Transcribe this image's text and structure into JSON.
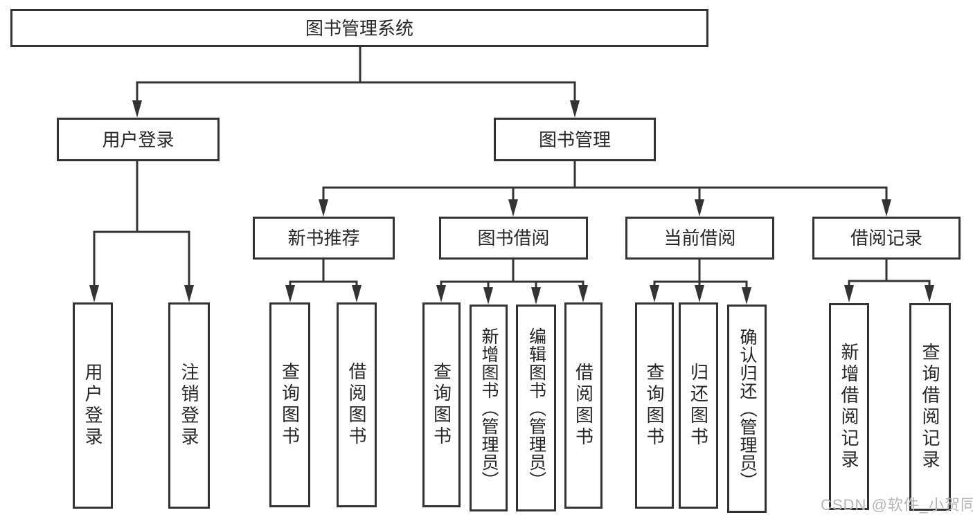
{
  "title": "图书管理系统",
  "watermark": "CSDN @软件_小贺同学",
  "colors": {
    "line": "#333333",
    "text": "#262626",
    "background": "#ffffff",
    "watermark": "#b4b4b4"
  },
  "nodes": {
    "root": "图书管理系统",
    "user_login": "用户登录",
    "book_mgmt": "图书管理",
    "new_book_rec": "新书推荐",
    "book_borrow": "图书借阅",
    "current_borrow": "当前借阅",
    "borrow_record": "借阅记录",
    "leaf_user_login": "用户登录",
    "leaf_logout": "注销登录",
    "leaf_nbr_query": "查询图书",
    "leaf_nbr_borrow": "借阅图书",
    "leaf_bb_query": "查询图书",
    "leaf_bb_add": "新增图书（管理员）",
    "leaf_bb_edit": "编辑图书（管理员）",
    "leaf_bb_borrow": "借阅图书",
    "leaf_cb_query": "查询图书",
    "leaf_cb_return": "归还图书",
    "leaf_cb_confirm": "确认归还（管理员）",
    "leaf_br_add": "新增借阅记录",
    "leaf_br_query": "查询借阅记录"
  },
  "edges": {
    "root_children": [
      "用户登录",
      "图书管理"
    ],
    "user_login_children": [
      "用户登录",
      "注销登录"
    ],
    "book_mgmt_children": [
      "新书推荐",
      "图书借阅",
      "当前借阅",
      "借阅记录"
    ],
    "new_book_rec_children": [
      "查询图书",
      "借阅图书"
    ],
    "book_borrow_children": [
      "查询图书",
      "新增图书（管理员）",
      "编辑图书（管理员）",
      "借阅图书"
    ],
    "current_borrow_children": [
      "查询图书",
      "归还图书",
      "确认归还（管理员）"
    ],
    "borrow_record_children": [
      "新增借阅记录",
      "查询借阅记录"
    ]
  }
}
